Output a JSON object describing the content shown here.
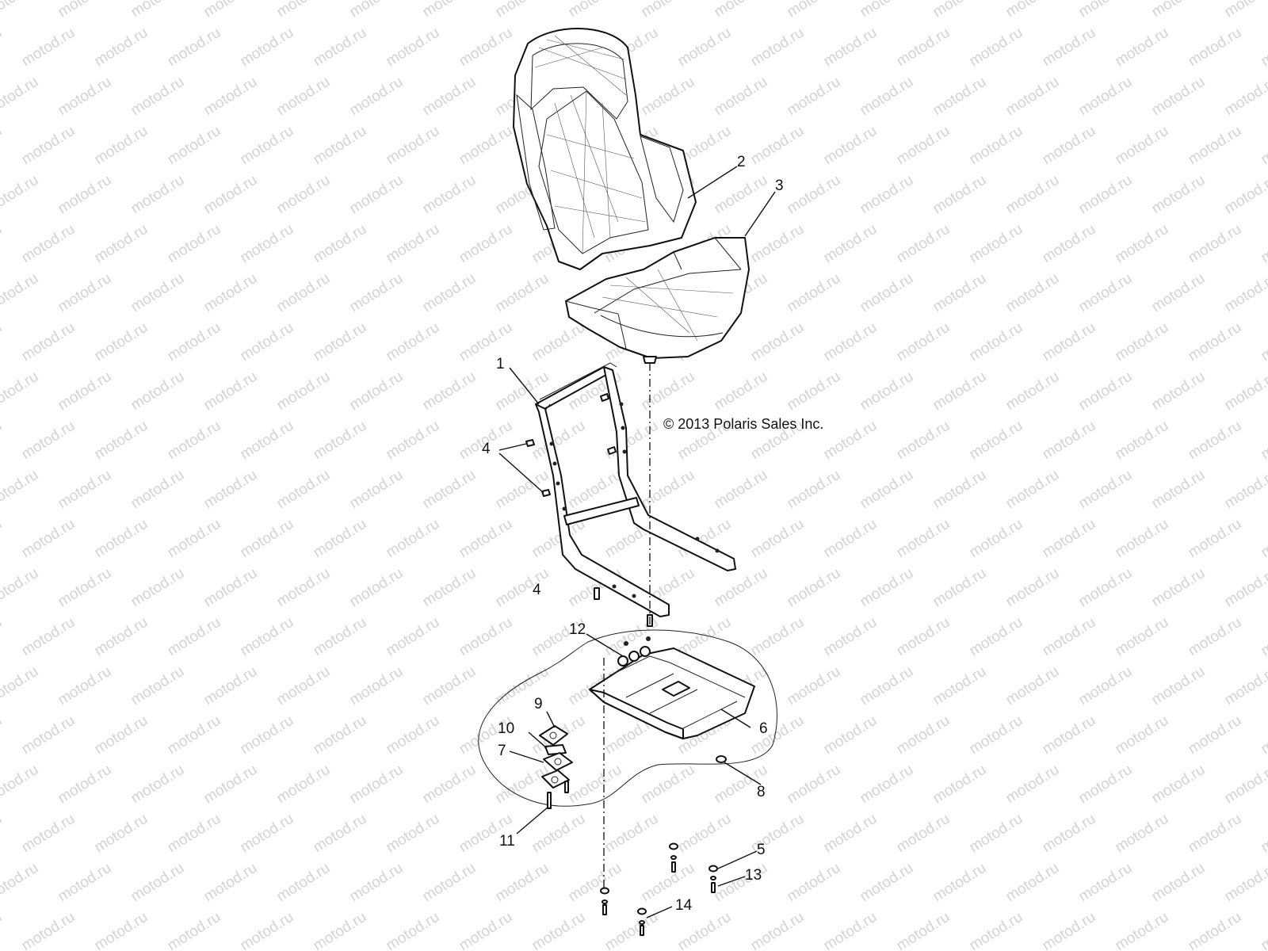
{
  "watermark": "motod.ru",
  "copyright": "© 2013 Polaris Sales Inc.",
  "callouts": [
    "1",
    "2",
    "3",
    "4",
    "4",
    "5",
    "6",
    "7",
    "8",
    "9",
    "10",
    "11",
    "12",
    "13",
    "14"
  ]
}
